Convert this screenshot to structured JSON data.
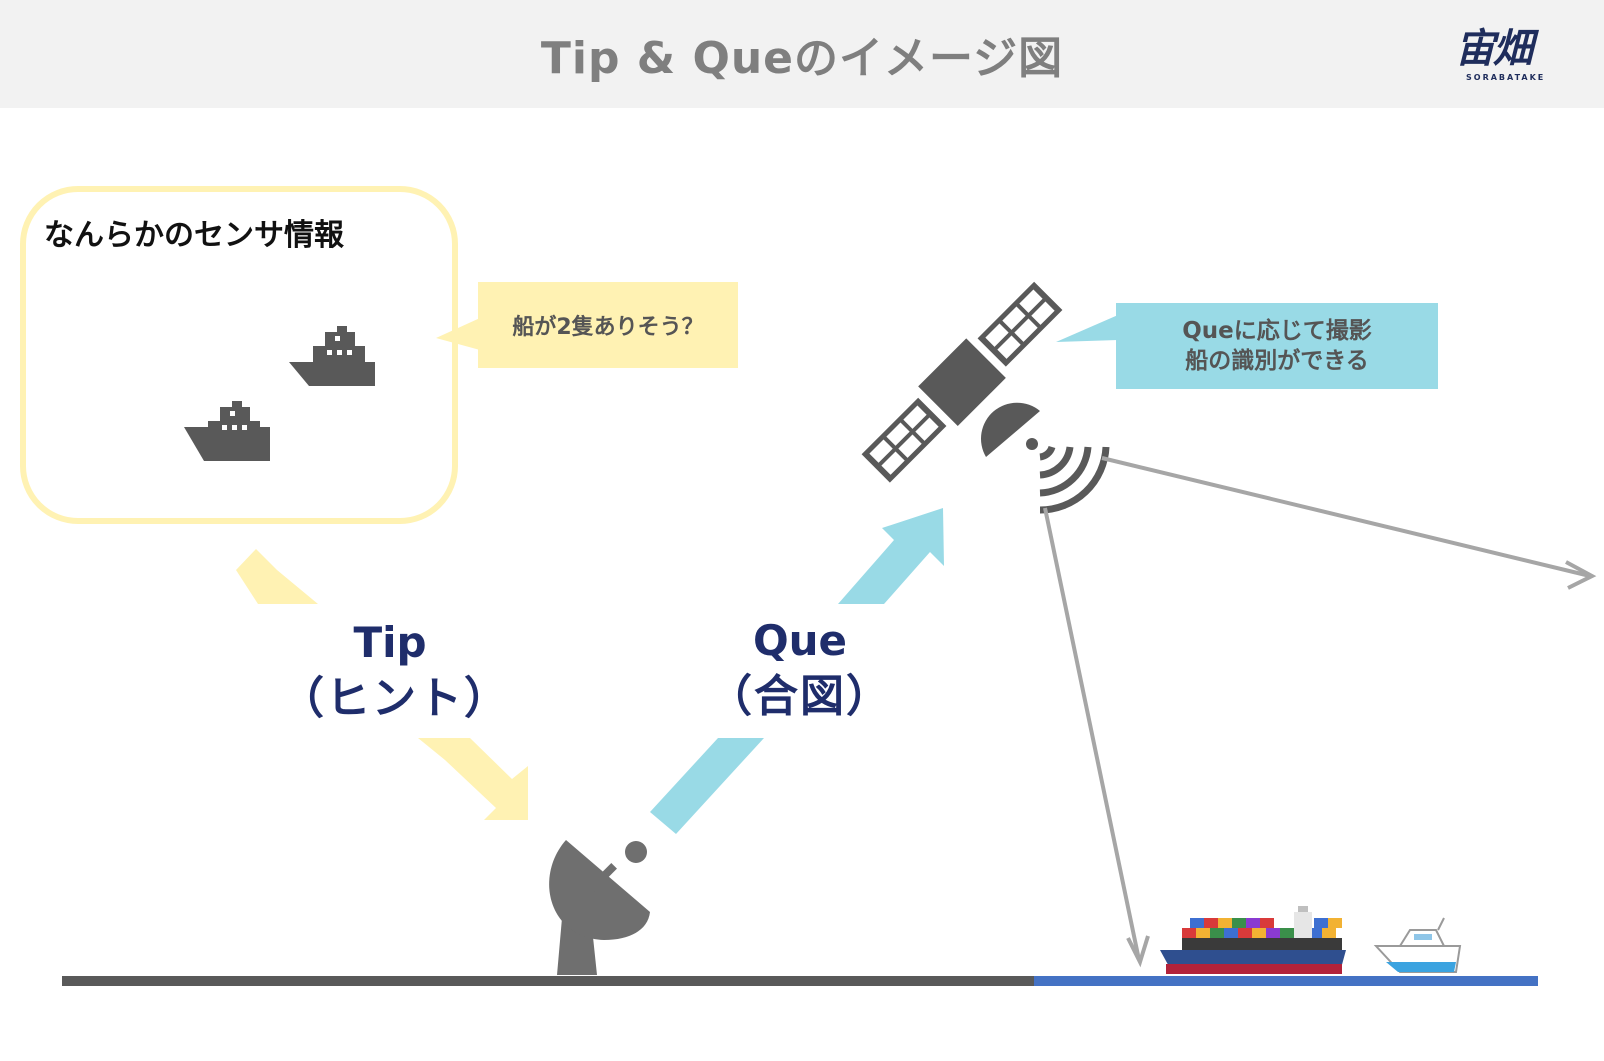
{
  "header": {
    "title": "Tip & Queのイメージ図",
    "logo_text": "宙畑",
    "logo_sub": "SORABATAKE"
  },
  "sensor_panel": {
    "title": "なんらかのセンサ情報",
    "callout": "船が2隻ありそう？"
  },
  "satellite_callout": {
    "line1": "Queに応じて撮影",
    "line2": "船の識別ができる"
  },
  "flow": {
    "tip_label": "Tip",
    "tip_sub": "（ヒント）",
    "que_label": "Que",
    "que_sub": "（合図）"
  },
  "colors": {
    "header_bg": "#f2f2f2",
    "title_text": "#7f7f7f",
    "tip_yellow": "#fff2b3",
    "que_blue": "#99dae6",
    "label_navy": "#1f2d6b",
    "icon_gray": "#595959",
    "ground": "#595959",
    "sea": "#4472c4",
    "beam_gray": "#a6a6a6"
  },
  "icons": [
    "ship-icon",
    "satellite-icon",
    "radar-dish-icon",
    "container-ship-icon",
    "motorboat-icon"
  ]
}
